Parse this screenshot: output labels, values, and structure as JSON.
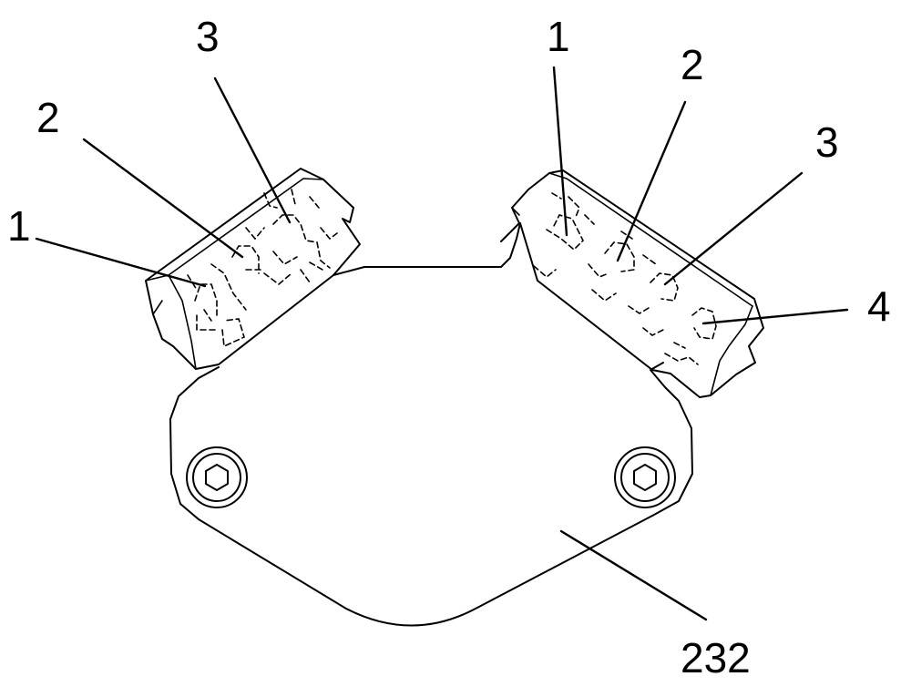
{
  "figure": {
    "labels": {
      "left_3": "3",
      "left_2": "2",
      "left_1": "1",
      "right_1": "1",
      "right_2": "2",
      "right_3": "3",
      "right_4": "4",
      "plate": "232"
    }
  }
}
